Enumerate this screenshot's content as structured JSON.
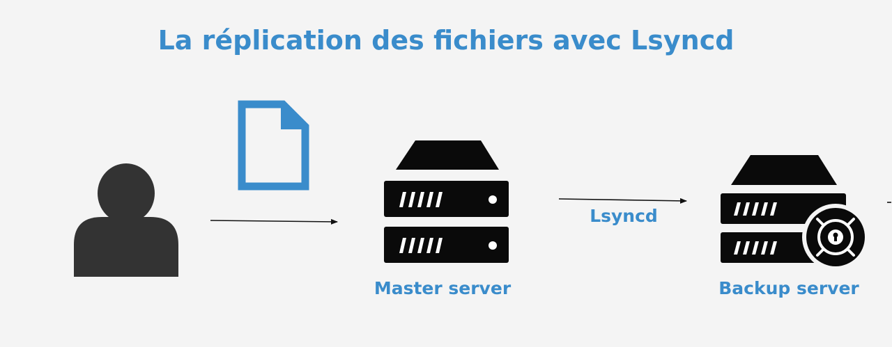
{
  "title": "La réplication des fichiers avec Lsyncd",
  "master": {
    "label": "Master server"
  },
  "backup": {
    "label": "Backup server"
  },
  "link": {
    "label": "Lsyncd"
  },
  "icons": {
    "user": "user-icon",
    "file": "file-icon",
    "master": "server-icon",
    "backup": "backup-server-icon",
    "vault": "vault-icon"
  },
  "colors": {
    "accent": "#3a8ccb",
    "icon": "#333333",
    "server": "#0a0a0a",
    "background": "#f4f4f4"
  }
}
